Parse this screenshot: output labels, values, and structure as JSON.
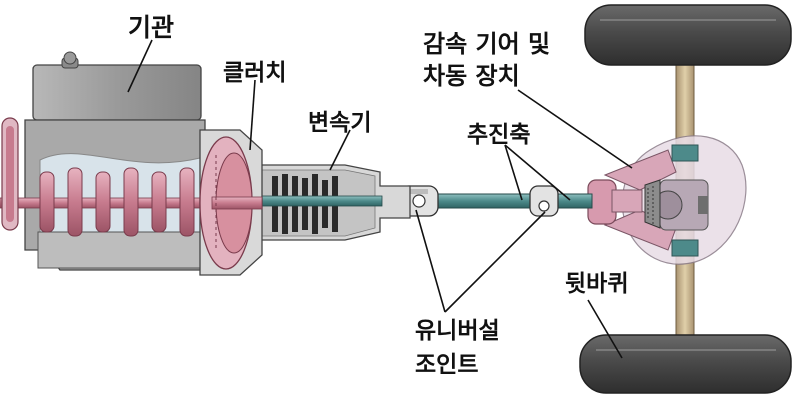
{
  "labels": {
    "engine": "기관",
    "clutch": "클러치",
    "transmission": "변속기",
    "reduction_line1": "감속 기어 및",
    "reduction_line2": "차동 장치",
    "propeller_shaft": "추진축",
    "rear_wheel": "뒷바퀴",
    "universal_joint_line1": "유니버설",
    "universal_joint_line2": "조인트"
  },
  "colors": {
    "engine_block": "#9a9a9a",
    "engine_dark": "#6e6e6e",
    "crankshaft": "#c77b8e",
    "clutch": "#d9a3ae",
    "shaft": "#4d8a8a",
    "axle": "#c9b48f",
    "tire": "#4a4a4a",
    "diff_housing": "#c4b6c2"
  }
}
